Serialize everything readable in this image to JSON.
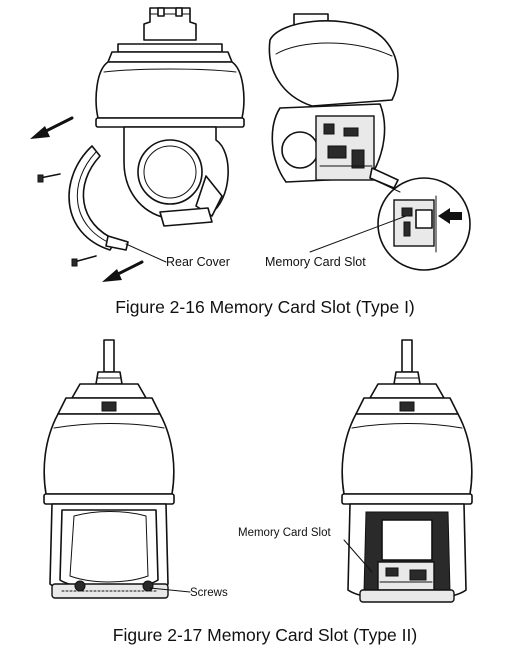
{
  "figure1": {
    "caption": "Figure 2-16 Memory Card Slot (Type I)",
    "labels": {
      "rear_cover": "Rear Cover",
      "memory_card_slot": "Memory Card Slot"
    }
  },
  "figure2": {
    "caption": "Figure 2-17 Memory Card Slot (Type II)",
    "labels": {
      "screws": "Screws",
      "memory_card_slot": "Memory Card Slot"
    }
  }
}
